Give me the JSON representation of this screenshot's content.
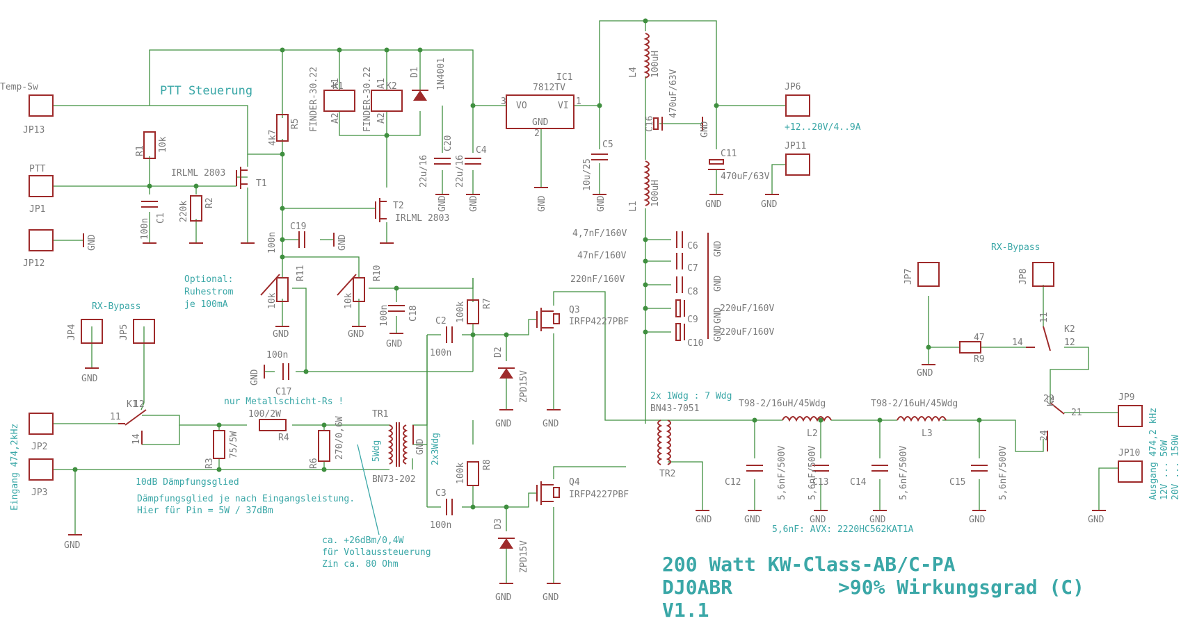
{
  "connectors": {
    "jp13": "JP13",
    "temp_sw": "Temp-Sw",
    "jp1": "JP1",
    "ptt": "PTT",
    "jp12": "JP12",
    "jp4": "JP4",
    "jp5": "JP5",
    "jp2": "JP2",
    "jp3": "JP3",
    "jp6": "JP6",
    "jp6_label": "+12..20V/4..9A",
    "jp11": "JP11",
    "jp7": "JP7",
    "jp8": "JP8",
    "jp9": "JP9",
    "jp10": "JP10"
  },
  "gnd": "GND",
  "components": {
    "r1": "R1",
    "r1_val": "10k",
    "r2": "R2",
    "r2_val": "220k",
    "r5": "R5",
    "r5_val": "4k7",
    "c1": "C1",
    "c1_val": "100n",
    "t1": "T1",
    "t1_part": "IRLML 2803",
    "t2": "T2",
    "t2_part": "IRLML 2803",
    "k1_relay": "K1",
    "k2_relay": "K2",
    "finder1": "FINDER-30.22",
    "finder2": "FINDER-30.22",
    "a1": "A1",
    "a2": "A2",
    "d1": "D1",
    "d1_part": "1N4001",
    "ic1": "IC1",
    "ic1_part": "7812TV",
    "vo": "VO",
    "vi": "VI",
    "pin1": "1",
    "pin2": "2",
    "pin3": "3",
    "c20": "C20",
    "c20_val": "22u/16",
    "c4": "C4",
    "c4_val": "22u/16",
    "c5": "C5",
    "c5_val": "10u/25",
    "l4": "L4",
    "l4_val": "100uH",
    "l1": "L1",
    "l1_val": "100uH",
    "c16": "C16",
    "c16_val": "470uF/63V",
    "c11": "C11",
    "c11_val": "470uF/63V",
    "c6": "C6",
    "c6_val": "4,7nF/160V",
    "c7": "C7",
    "c7_val": "47nF/160V",
    "c8": "C8",
    "c8_val": "220nF/160V",
    "c9": "C9",
    "c9_val": "220uF/160V",
    "c10": "C10",
    "c10_val": "220uF/160V",
    "c19": "C19",
    "c19_val": "100n",
    "r11": "R11",
    "r11_val": "10k",
    "r10": "R10",
    "r10_val": "10k",
    "c18": "C18",
    "c18_val": "100n",
    "c17": "C17",
    "c17_val": "100n",
    "c2": "C2",
    "c2_val": "100n",
    "c3": "C3",
    "c3_val": "100n",
    "r7": "R7",
    "r7_val": "100k",
    "r8": "R8",
    "r8_val": "100k",
    "d2": "D2",
    "d2_part": "ZPD15V",
    "d3": "D3",
    "d3_part": "ZPD15V",
    "q3": "Q3",
    "q3_part": "IRFP4227PBF",
    "q4": "Q4",
    "q4_part": "IRFP4227PBF",
    "k1": "K1",
    "k2": "K2",
    "k1_11": "11",
    "k1_12": "12",
    "k1_14": "14",
    "k2_11": "11",
    "k2_12": "12",
    "k2_14": "14",
    "k2_21": "21",
    "k2_22": "22",
    "k2_24": "24",
    "r3": "R3",
    "r3_val": "75/5W",
    "r4": "R4",
    "r4_val": "100/2W",
    "r6": "R6",
    "r6_val": "270/0,6W",
    "r9": "R9",
    "r9_val": "47",
    "tr1": "TR1",
    "tr1_core": "BN73-202",
    "tr1_w1": "5Wdg",
    "tr1_w2": "2x3Wdg",
    "tr2": "TR2",
    "tr2_core": "BN43-7051",
    "tr2_ratio": "2x 1Wdg : 7 Wdg",
    "l2": "L2",
    "l2_val": "T98-2/16uH/45Wdg",
    "l3": "L3",
    "l3_val": "T98-2/16uH/45Wdg",
    "c12": "C12",
    "c12_val": "5,6nF/500V",
    "c13": "C13",
    "c13_val": "5,6nF/500V",
    "c14": "C14",
    "c14_val": "5,6nF/500V",
    "c15": "C15",
    "c15_val": "5,6nF/500V"
  },
  "notes": {
    "ptt_ctrl": "PTT Steuerung",
    "optional_1": "Optional:",
    "optional_2": "Ruhestrom",
    "optional_3": "je 100mA",
    "rx_bypass_left": "RX-Bypass",
    "rx_bypass_right": "RX-Bypass",
    "metal_film": "nur Metallschicht-Rs !",
    "attenuator": "10dB Dämpfungsglied",
    "att_note_1": "Dämpfungsglied je nach Eingangsleistung.",
    "att_note_2": "Hier für Pin = 5W / 37dBm",
    "drive_1": "ca. +26dBm/0,4W",
    "drive_2": "für Vollaussteuerung",
    "drive_3": "Zin ca. 80 Ohm",
    "input": "Eingang 474,2kHz",
    "output_1": "Ausgang 474,2 kHz",
    "output_2": "12V ... 50W",
    "output_3": "20V ... 150W",
    "cap_type": "5,6nF: AVX: 2220HC562KAT1A"
  },
  "title": {
    "line1": "200 Watt KW-Class-AB/C-PA",
    "line2a": "DJ0ABR",
    "line2b": ">90% Wirkungsgrad (C)",
    "line3": "V1.1"
  },
  "colors": {
    "wire": "#3f8f3f",
    "part": "#9e2a2a",
    "text": "#7a7a7a",
    "comment": "#3aa7a7"
  }
}
